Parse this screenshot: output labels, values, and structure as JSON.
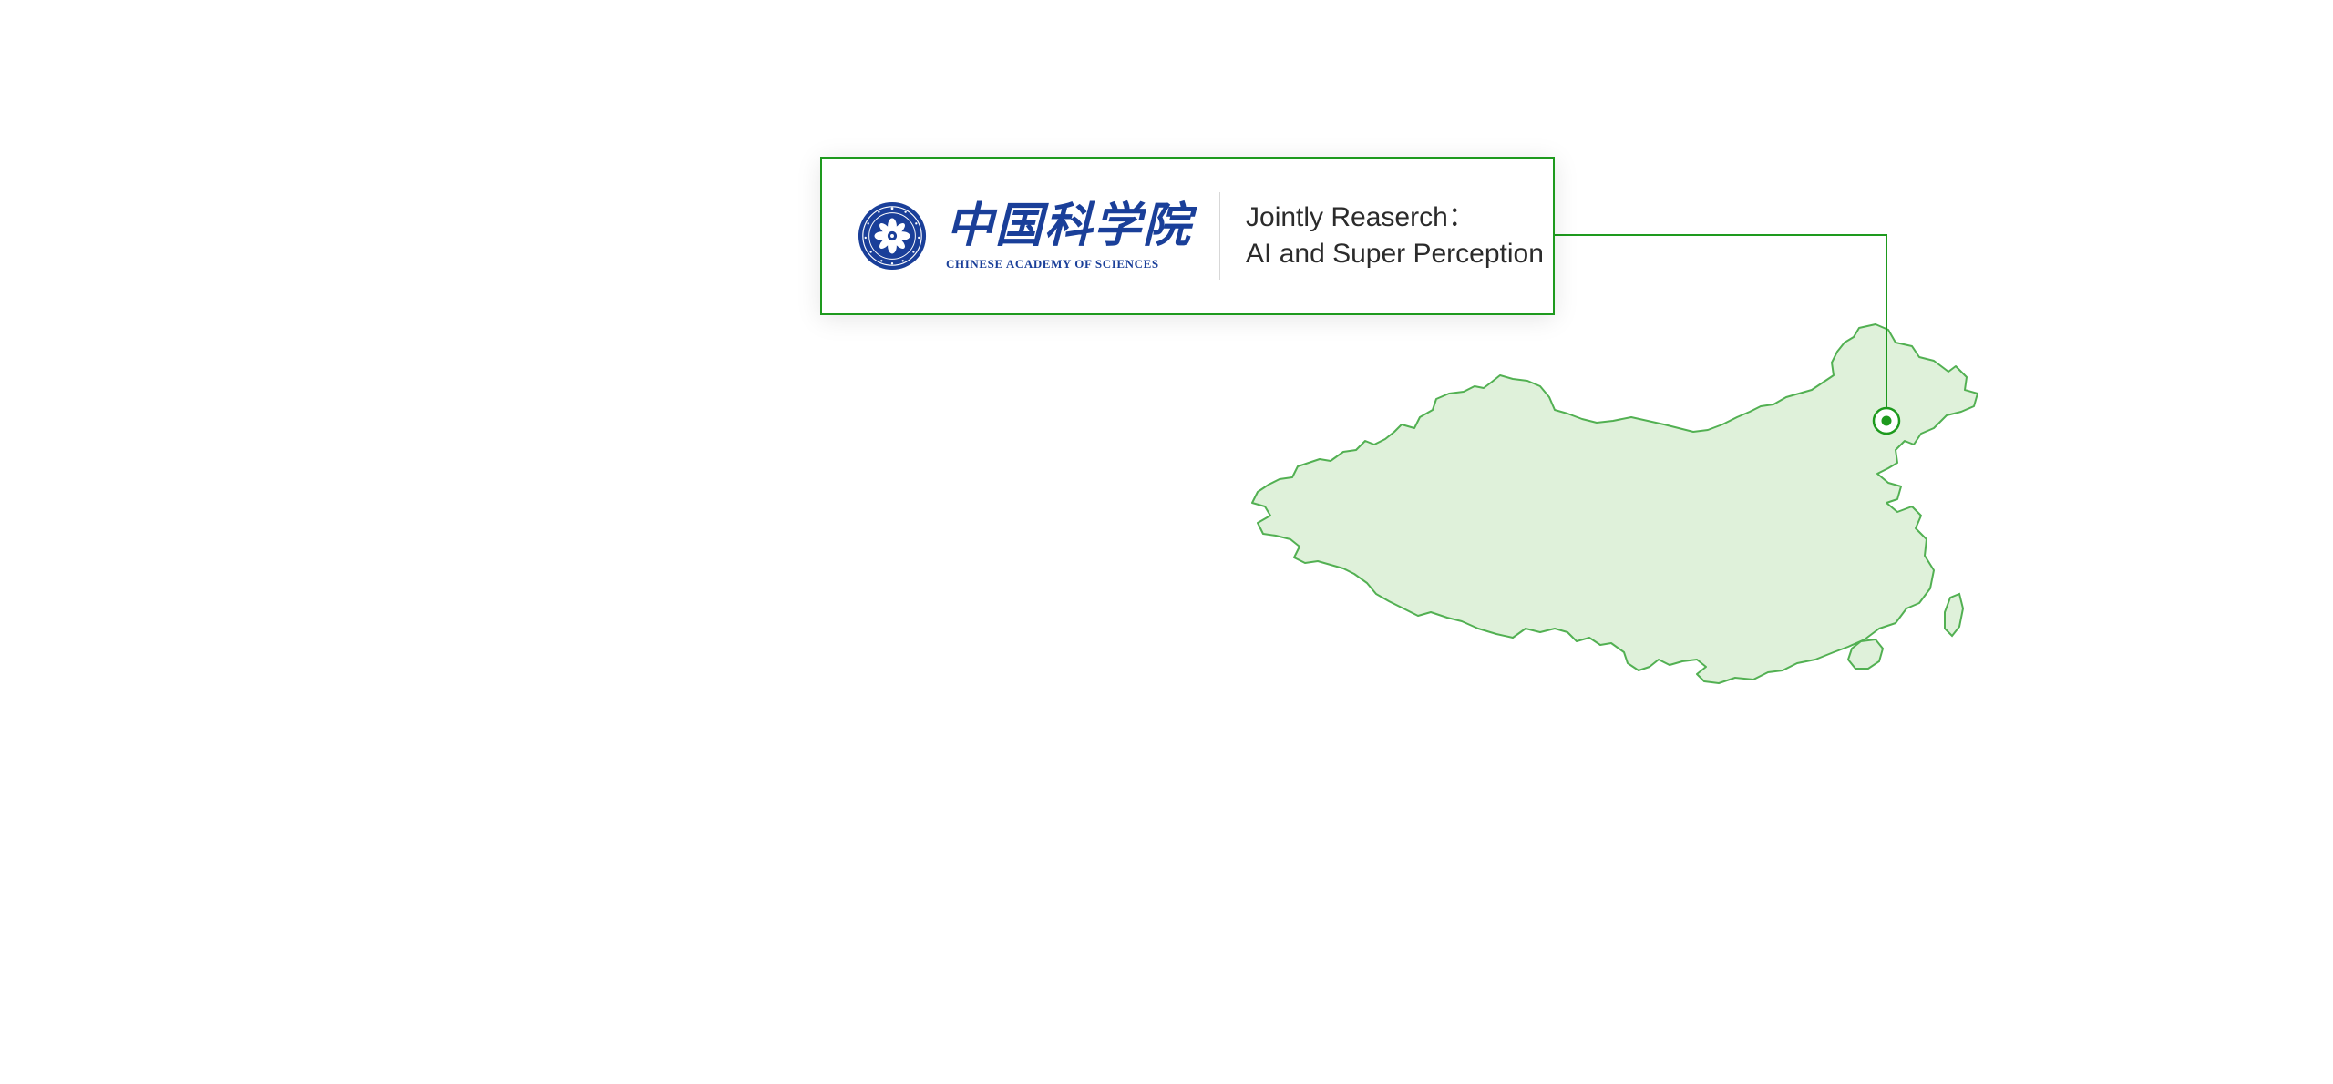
{
  "partner": {
    "logo": {
      "chinese_name": "中国科学院",
      "english_name": "CHINESE ACADEMY OF SCIENCES"
    },
    "caption": {
      "line1": "Jointly Reaserch：",
      "line2": "AI and Super Perception"
    }
  },
  "map": {
    "marker_icon": "location-target-icon"
  },
  "colors": {
    "accent_green": "#1e9a1e",
    "map_fill": "#dff1da",
    "logo_blue": "#1a3f99",
    "text": "#2b2b2b"
  }
}
